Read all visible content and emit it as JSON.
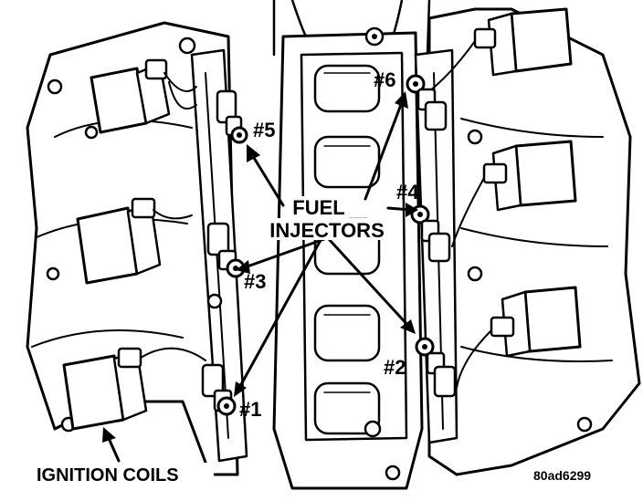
{
  "callouts": {
    "fuel_line1": "FUEL",
    "fuel_line2": "INJECTORS",
    "ignition_coils": "IGNITION COILS"
  },
  "injectors": [
    {
      "id": "inj1",
      "label": "#1"
    },
    {
      "id": "inj2",
      "label": "#2"
    },
    {
      "id": "inj3",
      "label": "#3"
    },
    {
      "id": "inj4",
      "label": "#4"
    },
    {
      "id": "inj5",
      "label": "#5"
    },
    {
      "id": "inj6",
      "label": "#6"
    }
  ],
  "figure_code": "80ad6299",
  "colors": {
    "ink": "#000000",
    "paper": "#ffffff"
  }
}
